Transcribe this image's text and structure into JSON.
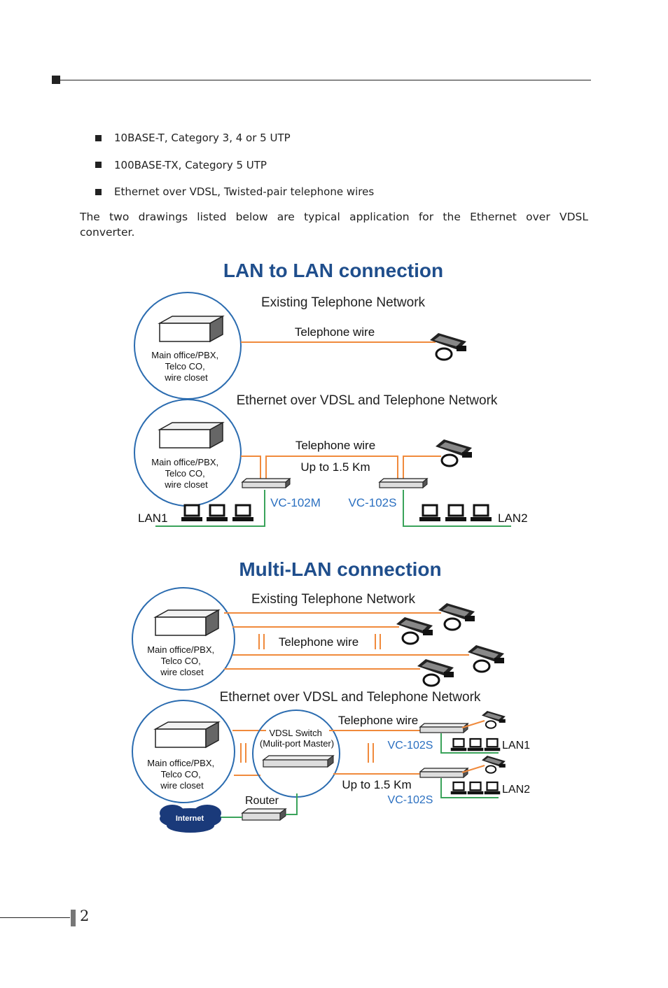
{
  "bullets": [
    "10BASE-T, Category 3, 4 or 5 UTP",
    "100BASE-TX, Category 5 UTP",
    "Ethernet over VDSL, Twisted-pair telephone wires"
  ],
  "intro": "The two drawings listed below are typical application for the Ethernet over VDSL converter.",
  "page_number": "2",
  "diagram1": {
    "title": "LAN to LAN connection",
    "existing_label": "Existing Telephone Network",
    "telephone_wire": "Telephone wire",
    "office_label_lines": [
      "Main office/PBX,",
      "Telco CO,",
      "wire closet"
    ],
    "evdsl_label": "Ethernet over VDSL and Telephone Network",
    "telephone_wire_2": "Telephone wire",
    "distance": "Up to 1.5 Km",
    "master_model": "VC-102M",
    "slave_model": "VC-102S",
    "lan1": "LAN1",
    "lan2": "LAN2"
  },
  "diagram2": {
    "title": "Multi-LAN connection",
    "existing_label": "Existing Telephone Network",
    "telephone_wire": "Telephone wire",
    "office_label_lines": [
      "Main office/PBX,",
      "Telco CO,",
      "wire closet"
    ],
    "evdsl_label": "Ethernet over VDSL and Telephone Network",
    "switch_label_lines": [
      "VDSL Switch",
      "(Mulit-port Master)"
    ],
    "telephone_wire_2": "Telephone wire",
    "distance": "Up to 1.5 Km",
    "slave_model_1": "VC-102S",
    "slave_model_2": "VC-102S",
    "lan1": "LAN1",
    "lan2": "LAN2",
    "router": "Router",
    "internet": "Internet"
  },
  "colors": {
    "title": "#1f4e8c",
    "model": "#2a6fc0",
    "telephone_line": "#f08a3c",
    "lan_line": "#3aa35a",
    "circle": "#2b6cb0"
  }
}
